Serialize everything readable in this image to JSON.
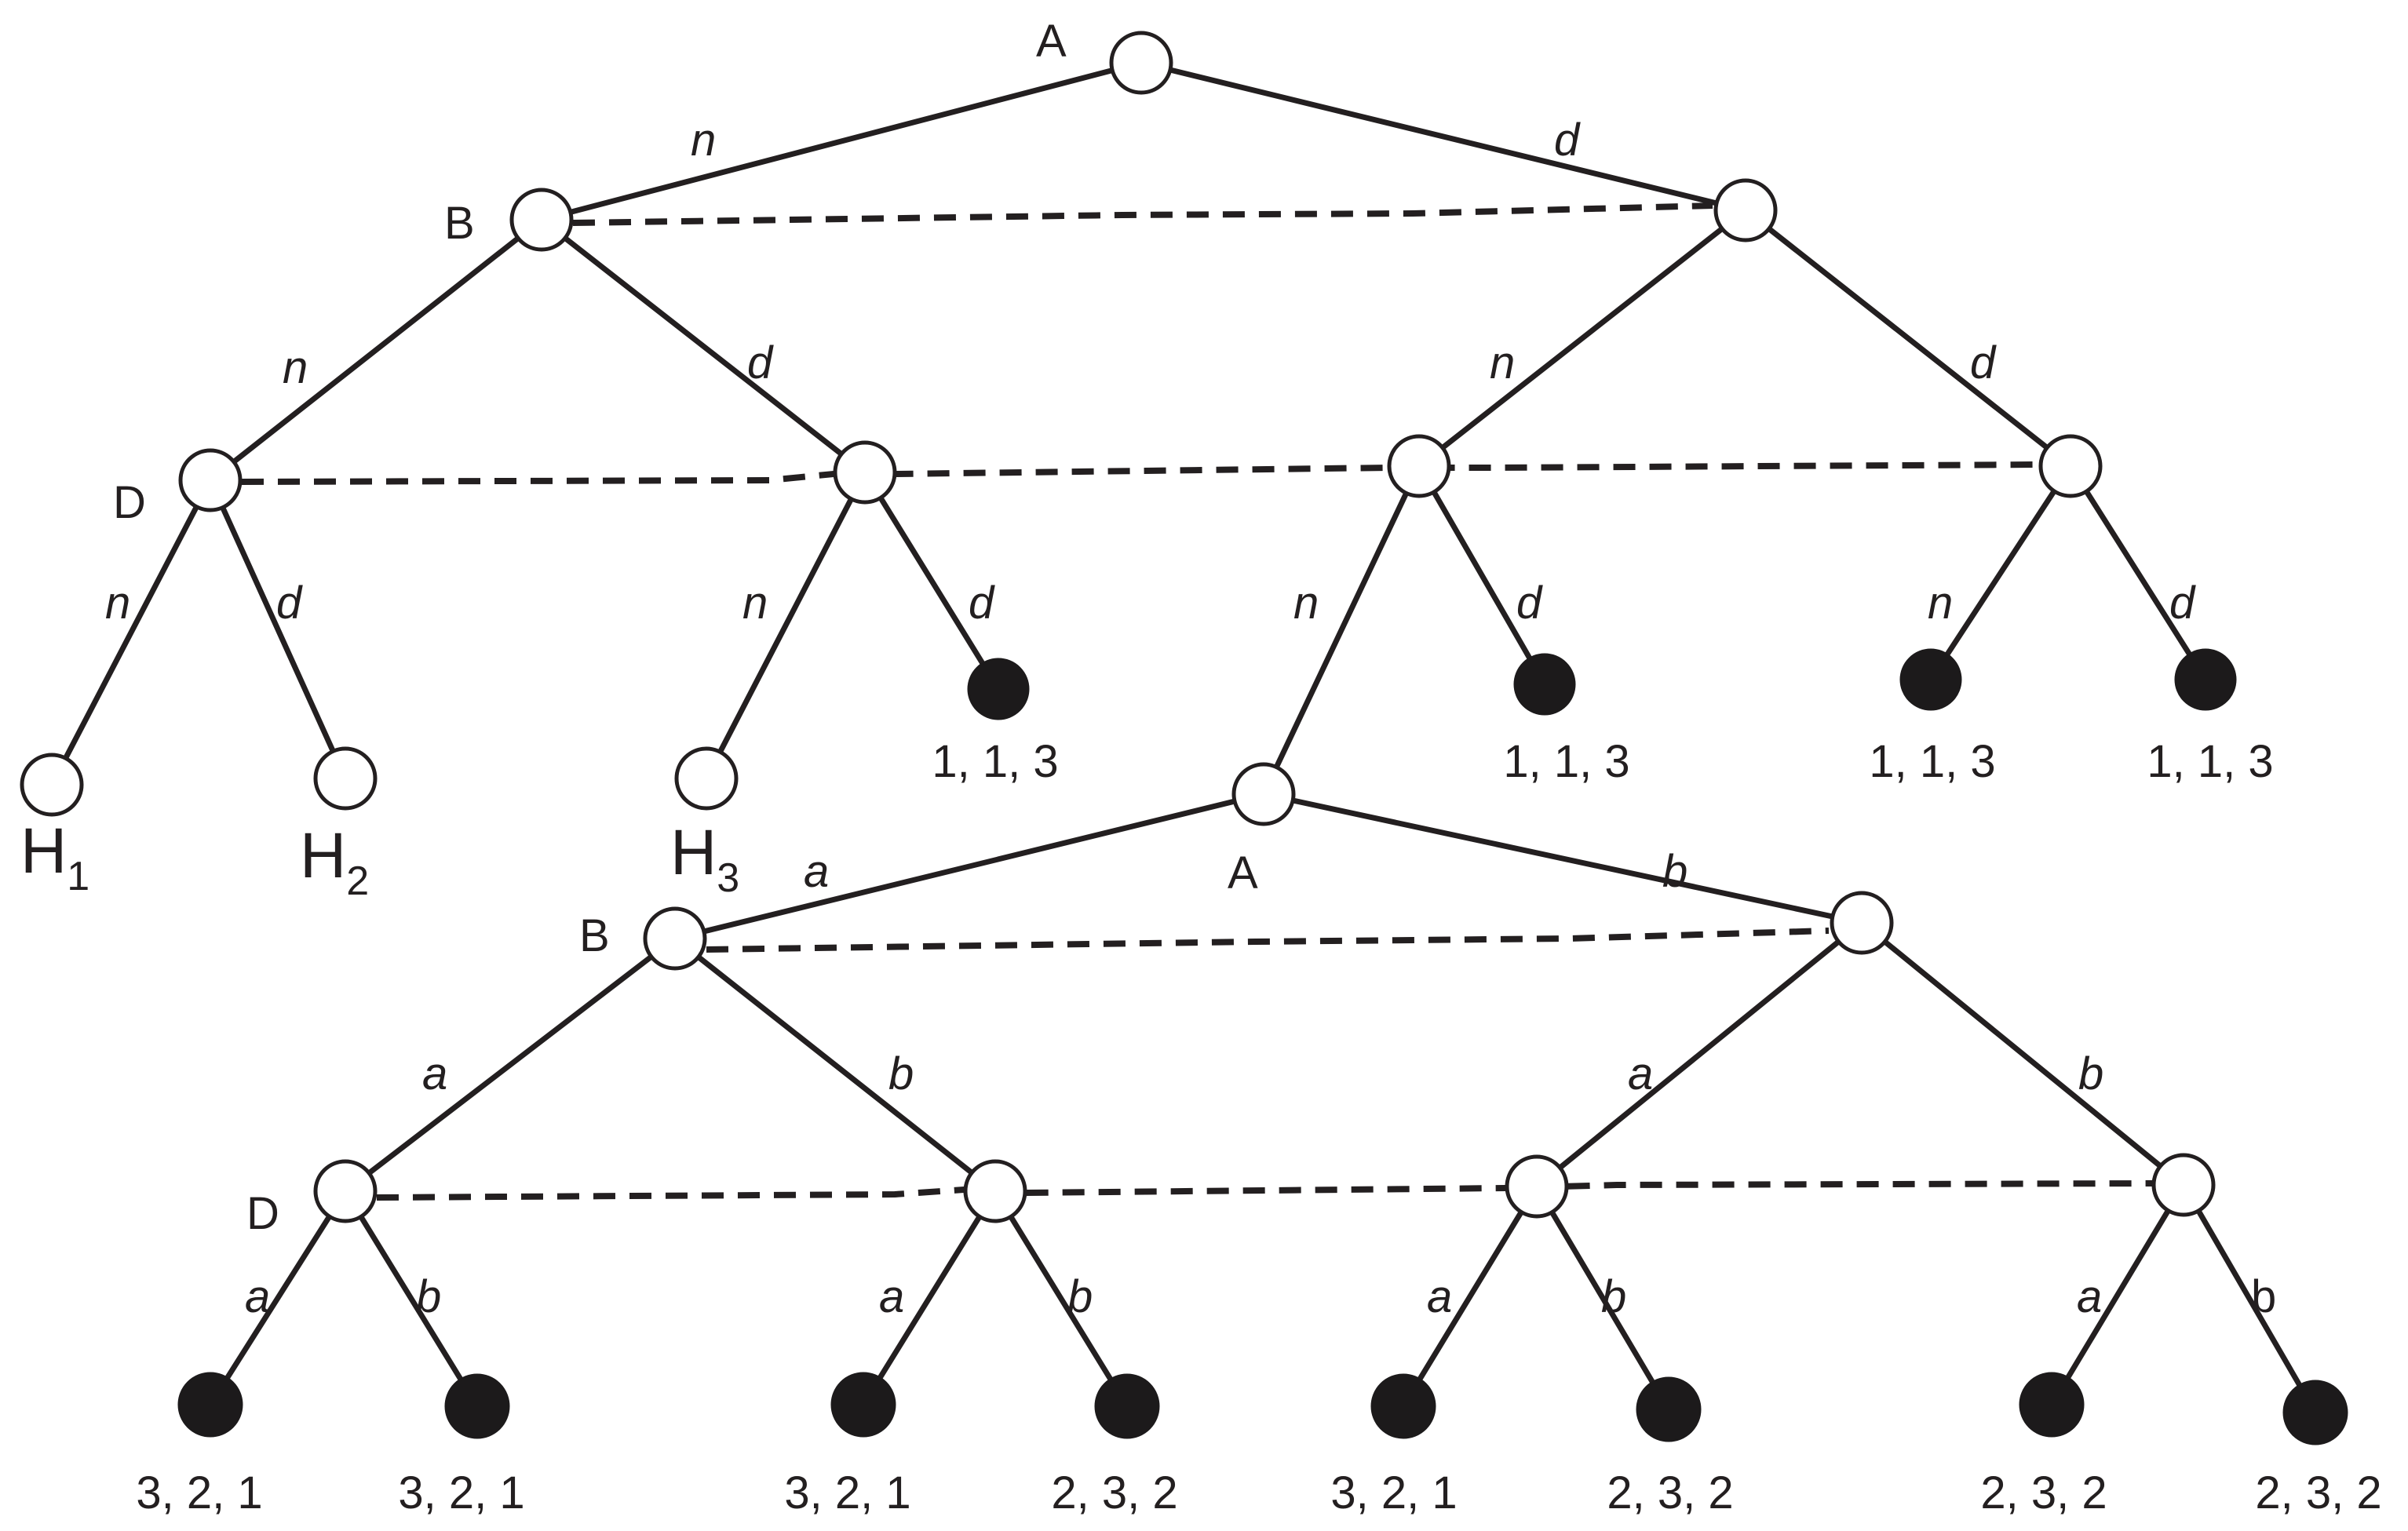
{
  "top_game": {
    "players": {
      "root": "A",
      "second": "B",
      "third": "D"
    },
    "moves": {
      "left": "n",
      "right": "d"
    },
    "payoffs": [
      "1, 1, 3",
      "1, 1, 3",
      "1, 1, 3",
      "1, 1, 3"
    ],
    "histories": [
      {
        "base": "H",
        "sub": "1"
      },
      {
        "base": "H",
        "sub": "2"
      },
      {
        "base": "H",
        "sub": "3"
      }
    ]
  },
  "sub_game": {
    "players": {
      "root": "A",
      "second": "B",
      "third": "D"
    },
    "moves": {
      "left": "a",
      "right": "b",
      "last_right_upright": "b"
    },
    "payoffs": [
      "3, 2, 1",
      "3, 2, 1",
      "3, 2, 1",
      "2, 3, 2",
      "3, 2, 1",
      "2, 3, 2",
      "2, 3, 2",
      "2, 3, 2"
    ]
  },
  "colors": {
    "ink": "#231f20",
    "terminal": "#1c1a1b",
    "background": "#ffffff"
  }
}
